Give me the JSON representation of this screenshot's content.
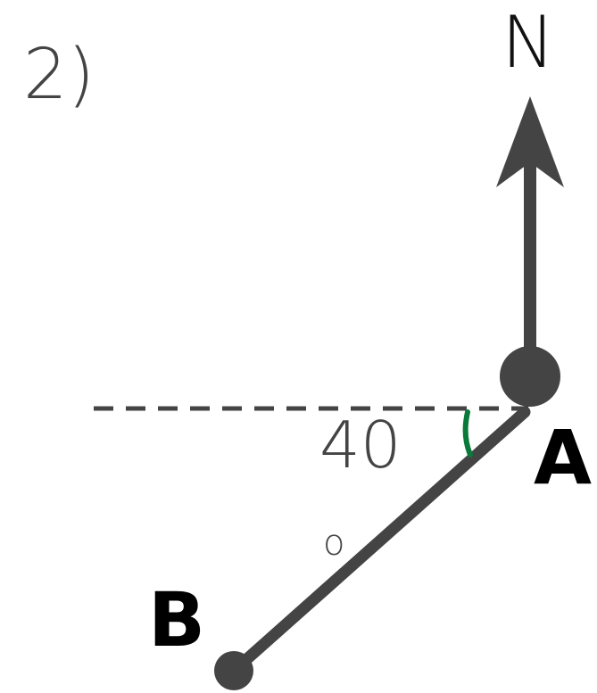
{
  "question_number": "2)",
  "north_label": "N",
  "point_a_label": "A",
  "point_b_label": "B",
  "angle_value": "40",
  "angle_unit": "o",
  "colors": {
    "ink": "#444444",
    "label": "#000000",
    "angle_arc": "#0a7a3a"
  },
  "icons": {
    "north_arrow": "arrow-up-icon"
  }
}
